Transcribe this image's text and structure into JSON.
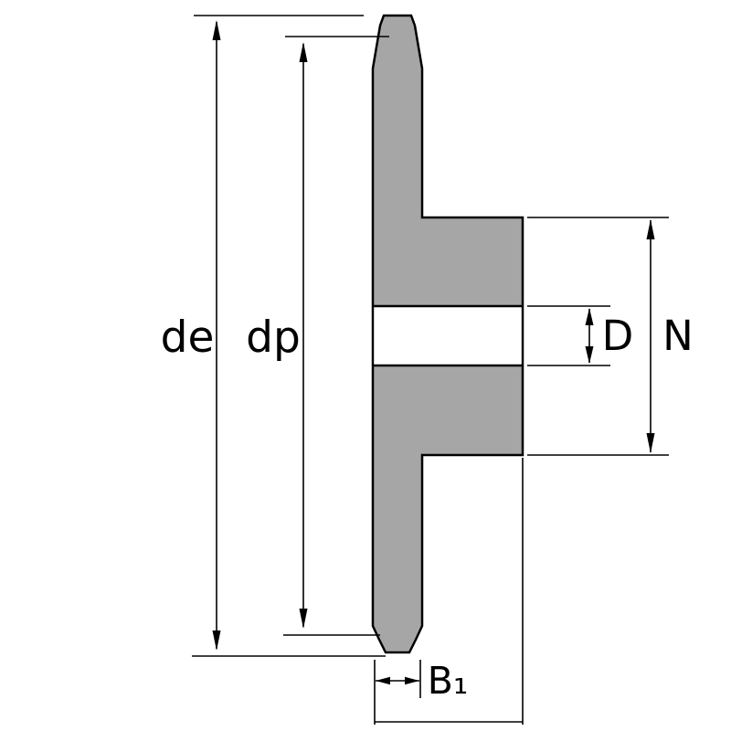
{
  "labels": {
    "de": "de",
    "dp": "dp",
    "D": "D",
    "N": "N",
    "B1": "B₁"
  },
  "colors": {
    "sprocket_fill": "#a6a6a6",
    "outline": "#000000",
    "background": "#ffffff"
  }
}
